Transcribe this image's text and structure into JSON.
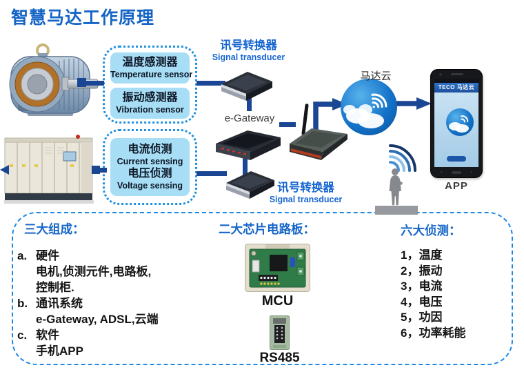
{
  "title": "智慧马达工作原理",
  "colors": {
    "accent_blue": "#1565c8",
    "dotted_border_blue": "#1e90e0",
    "sensor_fill": "#a7def5",
    "connector_navy": "#1b4693",
    "panel_border_blue": "#1e88e5"
  },
  "diagram": {
    "motor_sensors": {
      "temperature": {
        "zh": "温度感测器",
        "en": "Temperature sensor"
      },
      "vibration": {
        "zh": "振动感测器",
        "en": "Vibration sensor"
      }
    },
    "cabinet_sensors": {
      "current": {
        "zh": "电流侦测",
        "en": "Current sensing"
      },
      "voltage": {
        "zh": "电压侦测",
        "en": "Voltage sensing"
      }
    },
    "signal_transducer_top": {
      "zh": "讯号转换器",
      "en": "Signal transducer"
    },
    "signal_transducer_bottom": {
      "zh": "讯号转换器",
      "en": "Signal transducer"
    },
    "egateway_label": "e-Gateway",
    "cloud_label": "马达云",
    "phone_header": "TECO 马达云",
    "app_label": "APP"
  },
  "panel": {
    "composition": {
      "heading": "三大组成：",
      "items": [
        {
          "marker": "a.",
          "title": "硬件",
          "details": [
            "电机,侦测元件,电路板,",
            "控制柜."
          ]
        },
        {
          "marker": "b.",
          "title": "通讯系统",
          "details": [
            "e-Gateway, ADSL,云端"
          ]
        },
        {
          "marker": "c.",
          "title": "软件",
          "details": [
            "手机APP"
          ]
        }
      ]
    },
    "chips": {
      "heading": "二大芯片电路板：",
      "boards": [
        {
          "label": "MCU"
        },
        {
          "label": "RS485"
        }
      ]
    },
    "detections": {
      "heading": "六大侦测：",
      "items": [
        "1，温度",
        "2，振动",
        "3，电流",
        "4，电压",
        "5，功因",
        "6，功率耗能"
      ]
    }
  }
}
